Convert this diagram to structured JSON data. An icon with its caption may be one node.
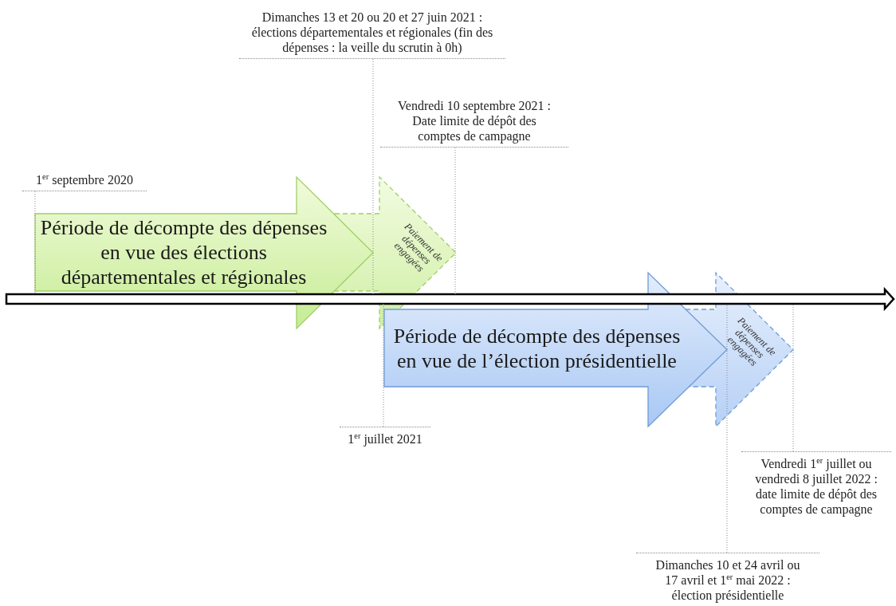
{
  "diagram": {
    "nodes": [
      {
        "text": [
          "Période de décompte des dépenses en vue des élections départementales et régionales"
        ]
      },
      {
        "text": [
          "Paiement de dépenses engagées"
        ]
      },
      {
        "text": [
          "Période de décompte des dépenses en vue de l’élection présidentielle"
        ]
      },
      {
        "text": [
          "Paiement de dépenses engagées"
        ]
      }
    ],
    "labels": [
      "Dimanches 13 et 20 ou 20 et 27 juin 2021 : élections départementales et régionales (fin des dépenses : la veille du scrutin à 0h)",
      "Vendredi 10 septembre 2021 : Date limite de dépôt des comptes de campagne",
      "1$^{er}$ septembre 2020",
      "1$^{er}$ juillet 2021",
      "Vendredi 1$^{er}$ juillet ou vendredi 8 juillet 2022 : date limite de dépôt des comptes de campagne",
      "Dimanches 10 et 24 avril ou 17 avril et 1$^{er}$ mai 2022 : élection présidentielle"
    ]
  }
}
